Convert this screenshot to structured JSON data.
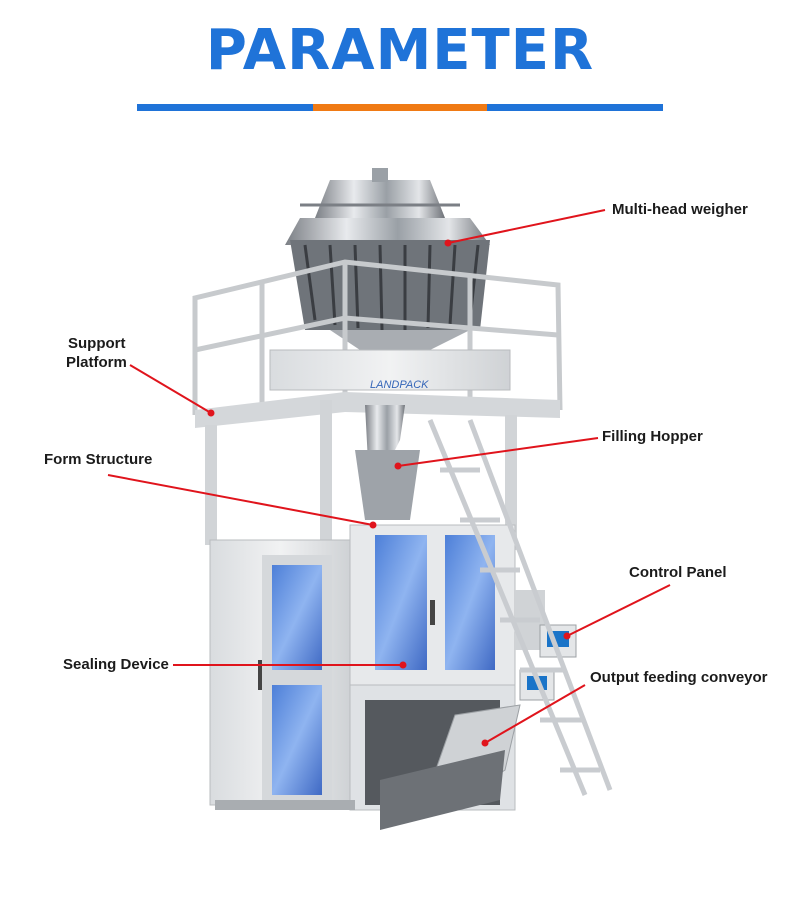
{
  "header": {
    "title": "PARAMETER",
    "colors": {
      "primary": "#1f73d8",
      "accent": "#f07a14",
      "leader": "#e0141c"
    }
  },
  "machine": {
    "brand_logo": "LANDPACK",
    "icon": "vertical-packing-machine-illustration"
  },
  "labels": {
    "multihead_weigher": "Multi-head weigher",
    "support_platform_line1": "Support",
    "support_platform_line2": "Platform",
    "filling_hopper": "Filling Hopper",
    "form_structure": "Form Structure",
    "control_panel": "Control Panel",
    "sealing_device": "Sealing Device",
    "output_conveyor": "Output feeding conveyor"
  }
}
